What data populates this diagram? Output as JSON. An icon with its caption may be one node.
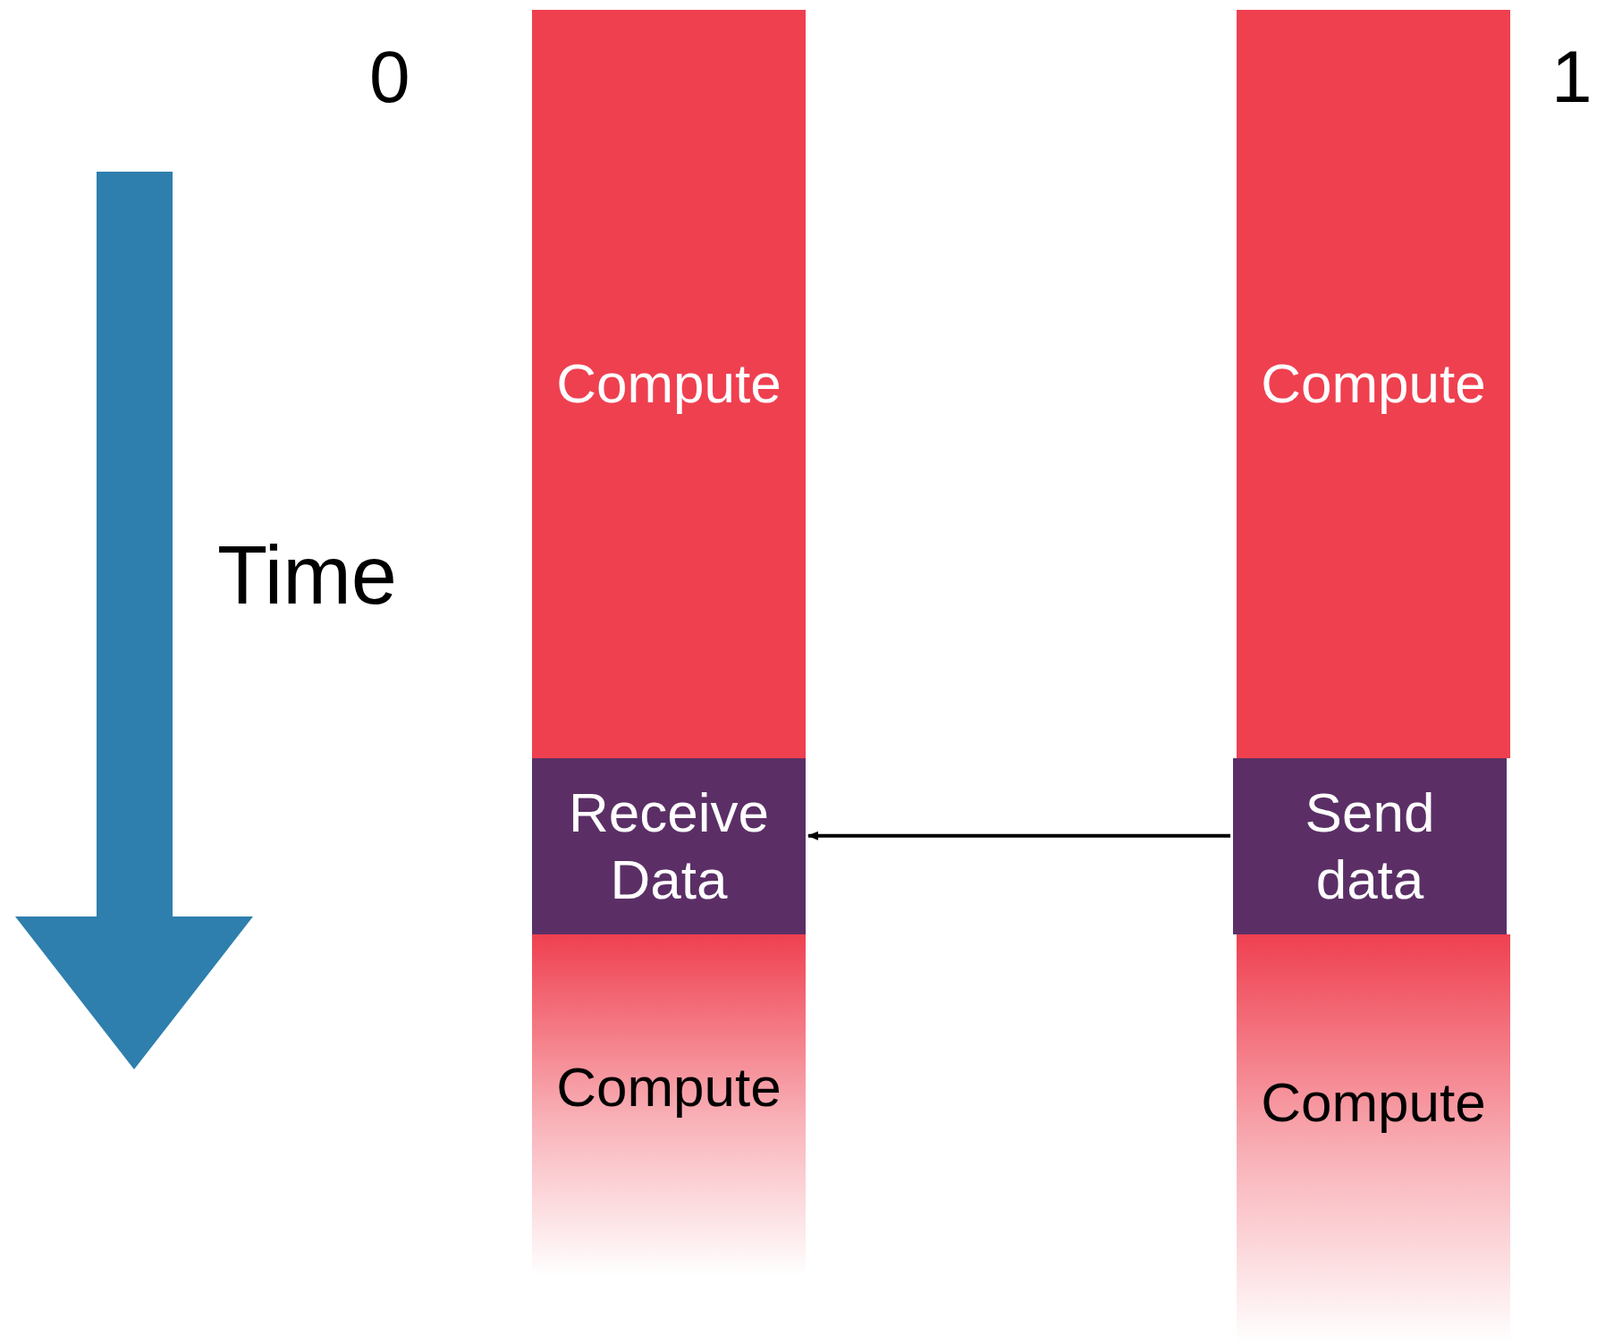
{
  "diagram": {
    "nodes": [
      {
        "text": [
          "Compute"
        ]
      },
      {
        "text": [
          "Receive Data"
        ]
      },
      {
        "text": [
          "Compute"
        ]
      },
      {
        "text": [
          "Compute"
        ]
      },
      {
        "text": [
          "Send data"
        ]
      },
      {
        "text": [
          "Compute"
        ]
      }
    ],
    "edges": [
      {
        "from": 4,
        "to": 1,
        "arrow": "to"
      }
    ],
    "labels": [
      "0",
      "1",
      "Time"
    ]
  }
}
